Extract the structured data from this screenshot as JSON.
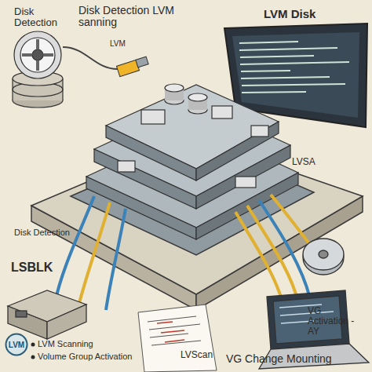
{
  "diagram": {
    "nodes": [
      {
        "text": [
          "LVM"
        ]
      }
    ],
    "labels": [
      "Disk Detection",
      "Disk Detection LVM sanning",
      "LVM",
      "LVM Disk",
      "LVSA",
      "Disk Detection",
      "LSBLK",
      "VG Activation -AY",
      "LVScan",
      "VG Change Mounting",
      "LVM Scanning",
      "Volume Group Activation"
    ]
  }
}
